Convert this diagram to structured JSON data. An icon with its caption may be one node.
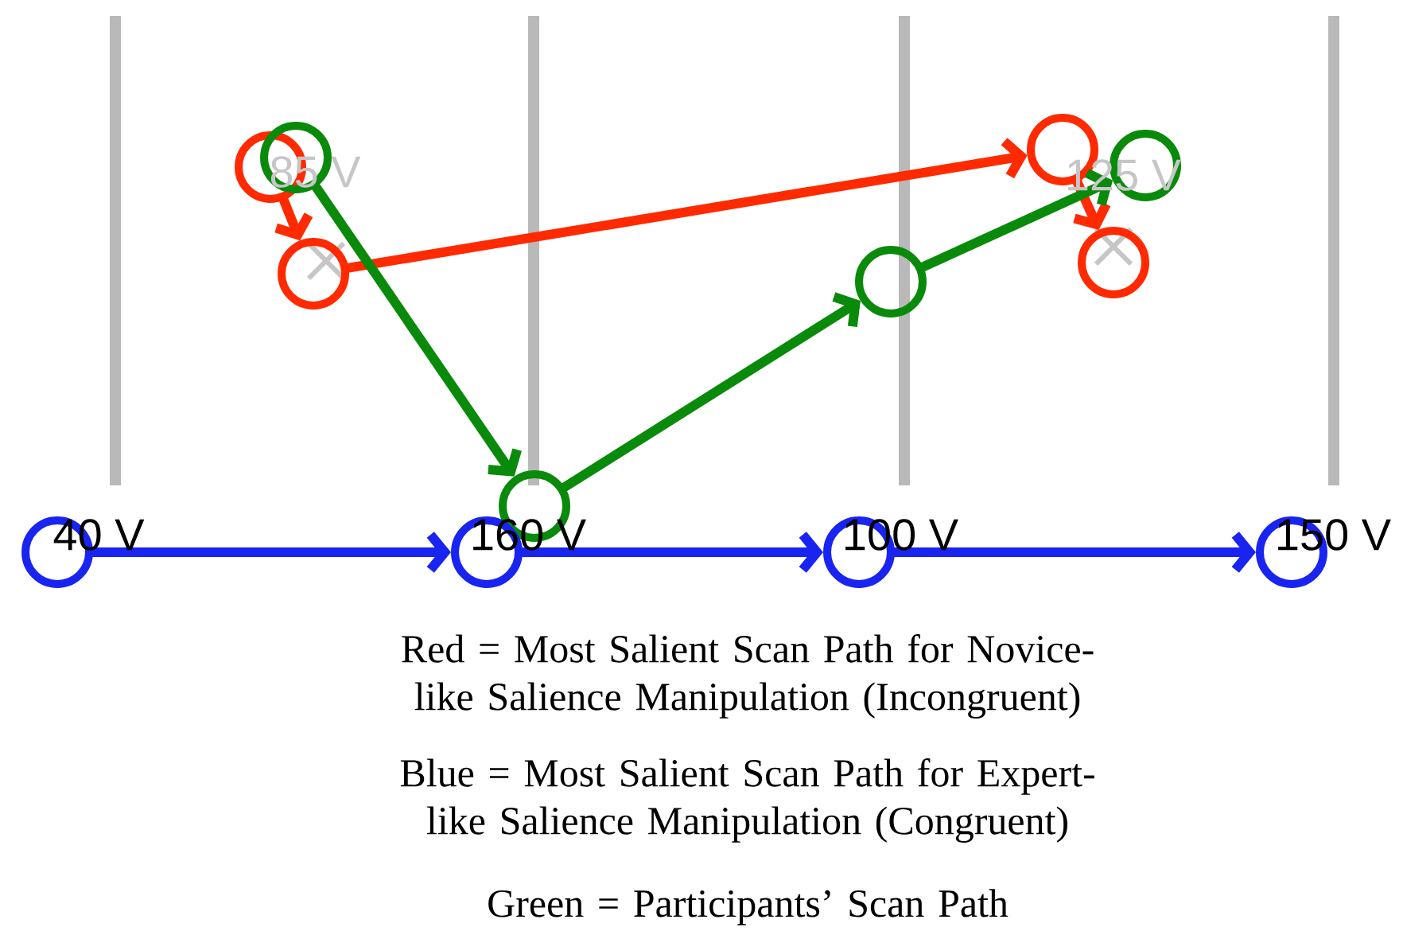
{
  "diagram": {
    "nodes": [
      {
        "text": [],
        "shape": "circle"
      },
      {
        "text": [],
        "shape": "circle"
      },
      {
        "text": [],
        "shape": "circle"
      },
      {
        "text": [],
        "shape": "circle"
      },
      {
        "text": [],
        "shape": "circle"
      },
      {
        "text": [],
        "shape": "circle"
      },
      {
        "text": [],
        "shape": "circle"
      },
      {
        "text": [],
        "shape": "circle"
      },
      {
        "text": [],
        "shape": "circle"
      },
      {
        "text": [],
        "shape": "circle"
      },
      {
        "text": [],
        "shape": "circle"
      },
      {
        "text": [],
        "shape": "circle"
      }
    ],
    "edges": [
      {
        "from": 0,
        "to": 1,
        "arrow": "to",
        "color": "#ff2a00"
      },
      {
        "from": 1,
        "to": 2,
        "arrow": "to",
        "color": "#ff2a00"
      },
      {
        "from": 2,
        "to": 3,
        "arrow": "to",
        "color": "#ff2a00"
      },
      {
        "from": 4,
        "to": 5,
        "arrow": "to",
        "color": "#0a8a0a"
      },
      {
        "from": 5,
        "to": 6,
        "arrow": "to",
        "color": "#0a8a0a"
      },
      {
        "from": 6,
        "to": 7,
        "arrow": "to",
        "color": "#0a8a0a"
      },
      {
        "from": 8,
        "to": 9,
        "arrow": "to",
        "color": "#1a24f0"
      },
      {
        "from": 9,
        "to": 10,
        "arrow": "to",
        "color": "#1a24f0"
      },
      {
        "from": 10,
        "to": 11,
        "arrow": "to",
        "color": "#1a24f0"
      }
    ],
    "labels": [
      "85 V",
      "125 V",
      "40 V",
      "160 V",
      "100 V",
      "150 V",
      "Red = Most Salient Scan Path for Novice-like Salience Manipulation (Incongruent)",
      "Blue = Most Salient Scan Path for Expert-like Salience Manipulation (Congruent)",
      "Green = Participants’ Scan Path"
    ]
  }
}
